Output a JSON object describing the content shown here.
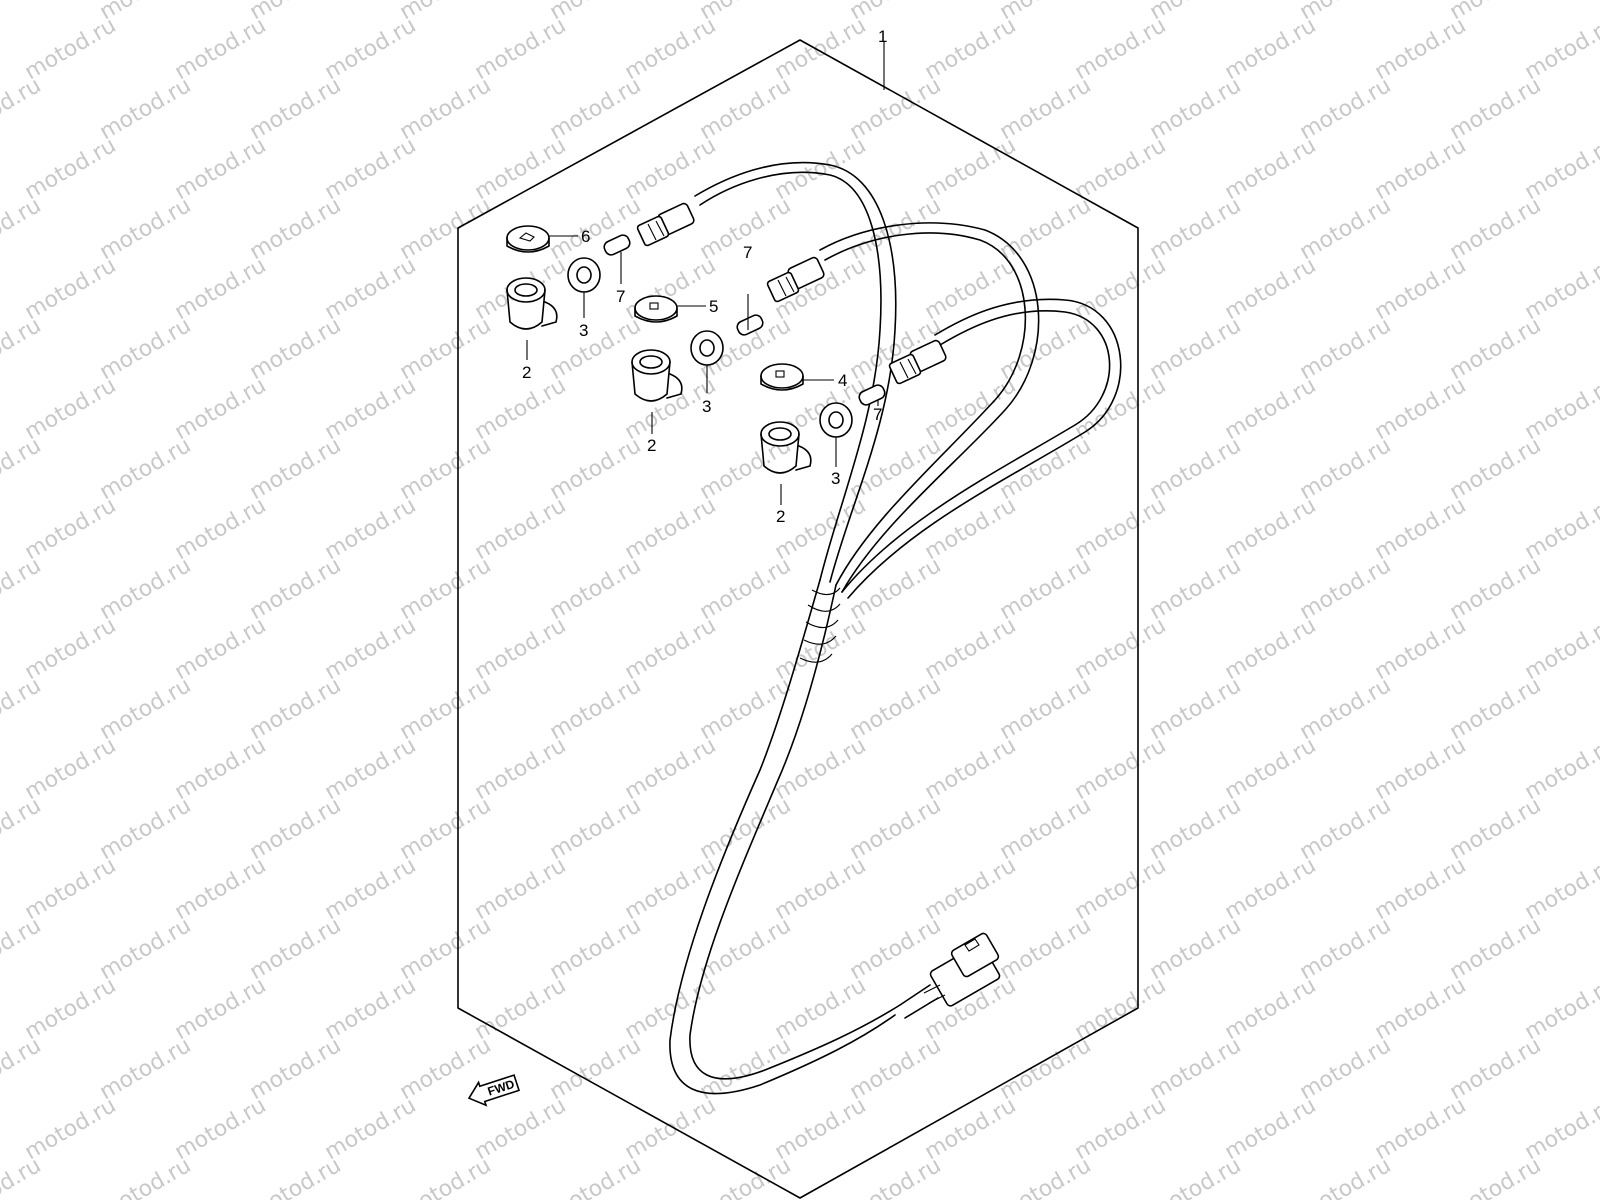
{
  "watermark": {
    "text": "motod.ru",
    "color": "#c8c8c8"
  },
  "callouts": {
    "c1": "1",
    "c2a": "2",
    "c2b": "2",
    "c2c": "2",
    "c3a": "3",
    "c3b": "3",
    "c3c": "3",
    "c4": "4",
    "c5": "5",
    "c6": "6",
    "c7a": "7",
    "c7b": "7",
    "c7c": "7"
  },
  "direction_indicator": {
    "label": "FWD",
    "icon": "arrow-left-icon"
  },
  "colors": {
    "line": "#000000",
    "background": "#ffffff"
  }
}
